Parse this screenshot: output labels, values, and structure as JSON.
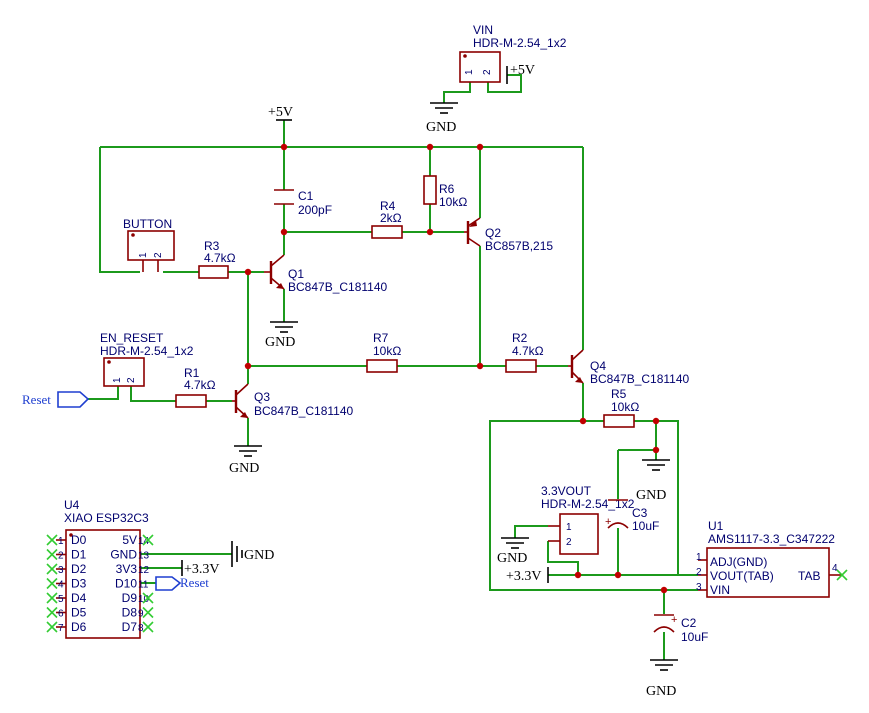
{
  "power": {
    "v5": "+5V",
    "v3v3": "+3.3V",
    "gnd": "GND"
  },
  "net_ports": {
    "reset": "Reset"
  },
  "components": {
    "vin": {
      "ref": "VIN",
      "value": "HDR-M-2.54_1x2",
      "pins": [
        "1",
        "2"
      ]
    },
    "button": {
      "ref": "BUTTON",
      "pins": [
        "1",
        "2"
      ]
    },
    "en_reset": {
      "ref": "EN_RESET",
      "value": "HDR-M-2.54_1x2",
      "pins": [
        "1",
        "2"
      ]
    },
    "vout_3v3": {
      "ref": "3.3VOUT",
      "value": "HDR-M-2.54_1x2",
      "pins": [
        "1",
        "2"
      ]
    },
    "c1": {
      "ref": "C1",
      "value": "200pF"
    },
    "c2": {
      "ref": "C2",
      "value": "10uF"
    },
    "c3": {
      "ref": "C3",
      "value": "10uF"
    },
    "r1": {
      "ref": "R1",
      "value": "4.7kΩ"
    },
    "r2": {
      "ref": "R2",
      "value": "4.7kΩ"
    },
    "r3": {
      "ref": "R3",
      "value": "4.7kΩ"
    },
    "r4": {
      "ref": "R4",
      "value": "2kΩ"
    },
    "r5": {
      "ref": "R5",
      "value": "10kΩ"
    },
    "r6": {
      "ref": "R6",
      "value": "10kΩ"
    },
    "r7": {
      "ref": "R7",
      "value": "10kΩ"
    },
    "q1": {
      "ref": "Q1",
      "value": "BC847B_C181140"
    },
    "q2": {
      "ref": "Q2",
      "value": "BC857B,215"
    },
    "q3": {
      "ref": "Q3",
      "value": "BC847B_C181140"
    },
    "q4": {
      "ref": "Q4",
      "value": "BC847B_C181140"
    },
    "u1": {
      "ref": "U1",
      "value": "AMS1117-3.3_C347222",
      "pins": [
        {
          "num": "1",
          "name": "ADJ(GND)"
        },
        {
          "num": "2",
          "name": "VOUT(TAB)"
        },
        {
          "num": "3",
          "name": "VIN"
        },
        {
          "num": "4",
          "name": "TAB"
        }
      ]
    },
    "u4": {
      "ref": "U4",
      "value": "XIAO ESP32C3",
      "left_pins": [
        {
          "num": "1",
          "name": "D0"
        },
        {
          "num": "2",
          "name": "D1"
        },
        {
          "num": "3",
          "name": "D2"
        },
        {
          "num": "4",
          "name": "D3"
        },
        {
          "num": "5",
          "name": "D4"
        },
        {
          "num": "6",
          "name": "D5"
        },
        {
          "num": "7",
          "name": "D6"
        }
      ],
      "right_pins": [
        {
          "num": "14",
          "name": "5V"
        },
        {
          "num": "13",
          "name": "GND"
        },
        {
          "num": "12",
          "name": "3V3"
        },
        {
          "num": "11",
          "name": "D10"
        },
        {
          "num": "10",
          "name": "D9"
        },
        {
          "num": "9",
          "name": "D8"
        },
        {
          "num": "8",
          "name": "D7"
        }
      ]
    }
  }
}
